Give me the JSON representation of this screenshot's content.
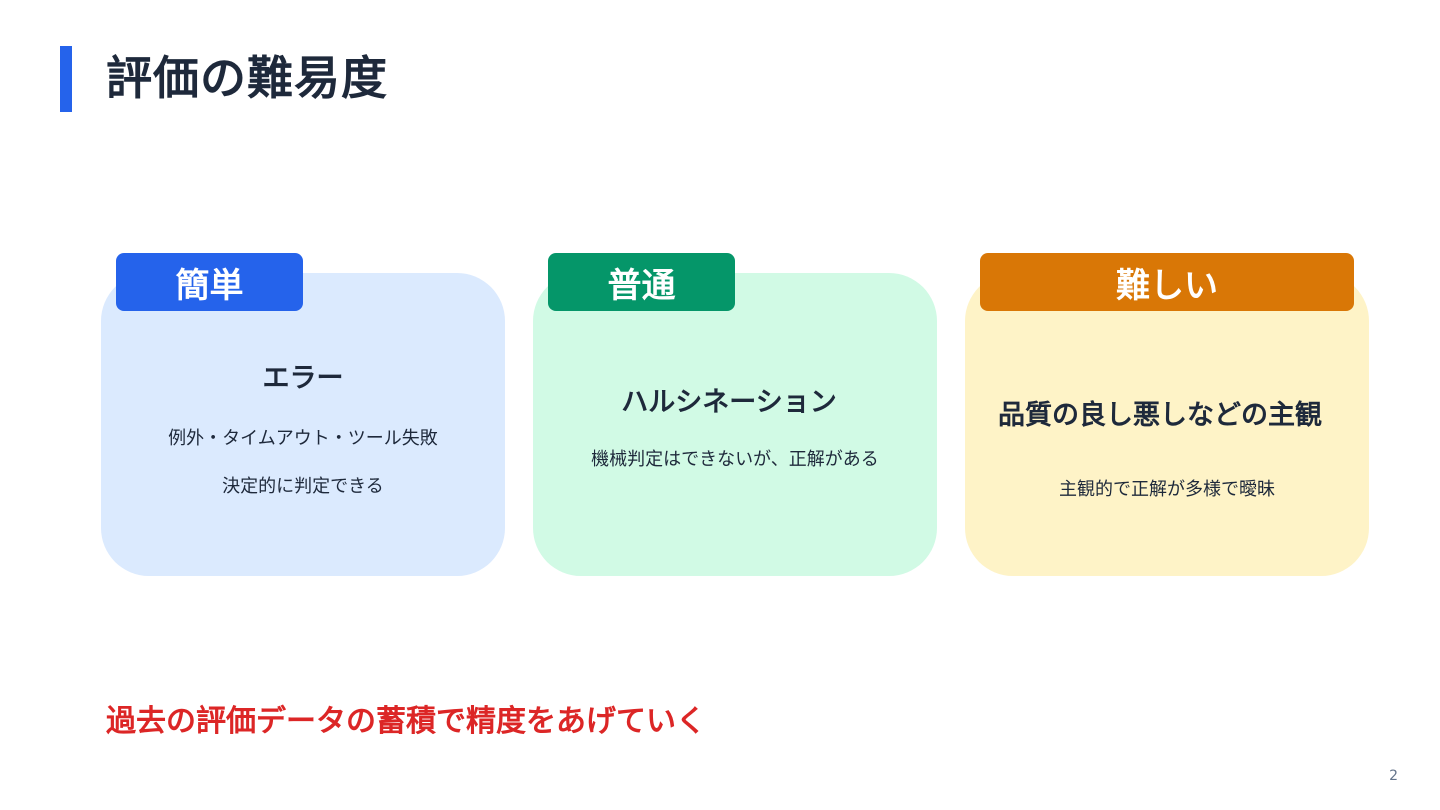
{
  "slide": {
    "title": "評価の難易度",
    "footer_message": "過去の評価データの蓄積で精度をあげていく",
    "page_number": "2"
  },
  "cards": [
    {
      "tab_label": "簡単",
      "heading": "エラー",
      "lines": [
        "例外・タイムアウト・ツール失敗",
        "決定的に判定できる"
      ]
    },
    {
      "tab_label": "普通",
      "heading": "ハルシネーション",
      "lines": [
        "機械判定はできないが、正解がある"
      ]
    },
    {
      "tab_label": "難しい",
      "heading": "品質の良し悪しなどの主観",
      "lines": [
        "主観的で正解が多様で曖昧"
      ]
    }
  ],
  "colors": {
    "accent_blue": "#2563eb",
    "accent_green": "#059669",
    "accent_orange": "#d97706",
    "card_blue": "#dbeafe",
    "card_green": "#d1fae5",
    "card_yellow": "#fef3c7",
    "emphasis_red": "#dc2626"
  }
}
